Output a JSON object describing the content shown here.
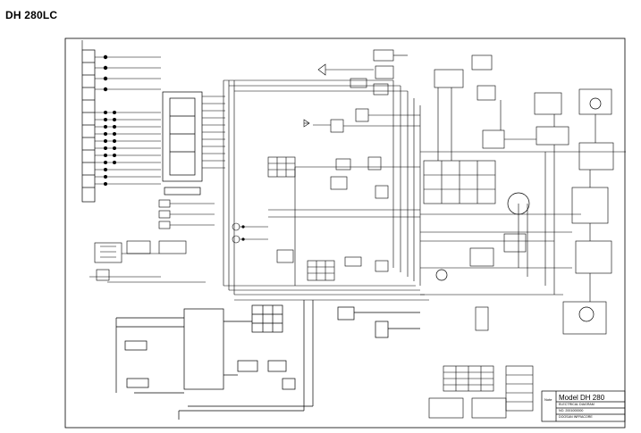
{
  "page": {
    "title": "DH 280LC"
  },
  "title_block": {
    "model": "Model DH 280",
    "lines": [
      "ELECTRICAL DIAGRAM",
      "NO. 2001000000",
      "DOOSAN INFRACORE"
    ],
    "note": "Note"
  },
  "colors": {
    "line": "#000000",
    "background": "#ffffff"
  },
  "icons": {
    "relay": "relay-box-icon",
    "motor": "motor-circle-icon",
    "connector": "connector-block-icon",
    "lamp": "lamp-icon"
  }
}
